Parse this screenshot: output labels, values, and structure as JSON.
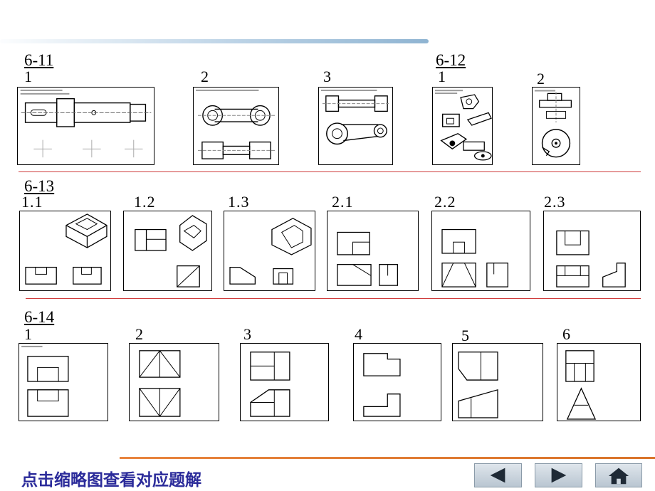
{
  "sections": {
    "s611": {
      "label": "6-11",
      "items": [
        "1",
        "2",
        "3"
      ]
    },
    "s612": {
      "label": "6-12",
      "items": [
        "1",
        "2"
      ]
    },
    "s613": {
      "label": "6-13",
      "items": [
        "1.1",
        "1.2",
        "1.3",
        "2.1",
        "2.2",
        "2.3"
      ]
    },
    "s614": {
      "label": "6-14",
      "items": [
        "1",
        "2",
        "3",
        "4",
        "5",
        "6"
      ]
    }
  },
  "footer": {
    "text": "点击缩略图查看对应题解"
  },
  "nav": {
    "prev": "prev-arrow-icon",
    "next": "next-arrow-icon",
    "home": "home-icon"
  },
  "colors": {
    "divider": "#cf3c3c",
    "footer_text": "#2b2b9a",
    "footer_line": "#e07a32",
    "top_band": "#bcd3e6"
  }
}
